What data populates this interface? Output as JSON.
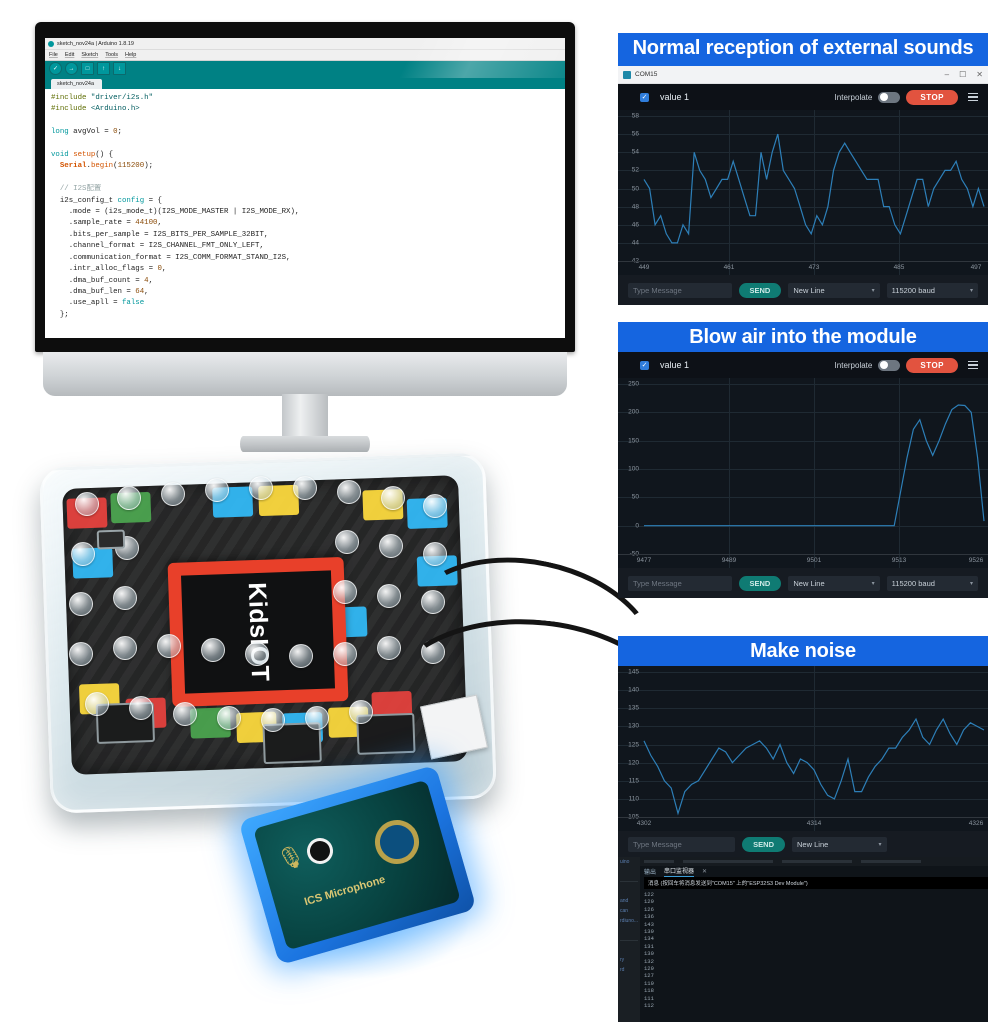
{
  "ide": {
    "window_title": "sketch_nov24a | Arduino 1.8.19",
    "menus": [
      "File",
      "Edit",
      "Sketch",
      "Tools",
      "Help"
    ],
    "toolbar_icons": [
      "verify-icon",
      "upload-icon",
      "new-icon",
      "open-icon",
      "save-icon"
    ],
    "tab_label": "sketch_nov24a",
    "code_lines": [
      "#include \"driver/i2s.h\"",
      "#include <Arduino.h>",
      "",
      "long avgVol = 0;",
      "",
      "void setup() {",
      "  Serial.begin(115200);",
      "",
      "  // I2S配置",
      "  i2s_config_t config = {",
      "    .mode = (i2s_mode_t)(I2S_MODE_MASTER | I2S_MODE_RX),",
      "    .sample_rate = 44100,",
      "    .bits_per_sample = I2S_BITS_PER_SAMPLE_32BIT,",
      "    .channel_format = I2S_CHANNEL_FMT_ONLY_LEFT,",
      "    .communication_format = I2S_COMM_FORMAT_STAND_I2S,",
      "    .intr_alloc_flags = 0,",
      "    .dma_buf_count = 4,",
      "    .dma_buf_len = 64,",
      "    .use_apll = false",
      "  };"
    ]
  },
  "hardware": {
    "kit_logo": "KidsIOT",
    "module_label": "ICS Microphone",
    "module_icon": "microphone-icon"
  },
  "panels": [
    {
      "title": "Normal reception of external sounds",
      "window_title": "COM15",
      "window_controls": [
        "minimize",
        "maximize",
        "close"
      ],
      "series_label": "value 1",
      "interpolate_label": "Interpolate",
      "stop_label": "STOP",
      "message_placeholder": "Type Message",
      "send_label": "SEND",
      "line_ending": "New Line",
      "baud": "115200 baud"
    },
    {
      "title": "Blow air into the module",
      "series_label": "value 1",
      "interpolate_label": "Interpolate",
      "stop_label": "STOP",
      "message_placeholder": "Type Message",
      "send_label": "SEND",
      "line_ending": "New Line",
      "baud": "115200 baud"
    },
    {
      "title": "Make noise",
      "series_label": "value 1",
      "message_placeholder": "Type Message",
      "send_label": "SEND",
      "line_ending": "New Line",
      "console": {
        "tabs": [
          "输出",
          "串口监视器"
        ],
        "active_tab": "串口监视器",
        "message": "消息 (按回车将消息发送到\"COM15\" 上的\"ESP32S3 Dev Module\")",
        "values": [
          122,
          129,
          126,
          136,
          143,
          139,
          134,
          131,
          130,
          132,
          129,
          127,
          119,
          118,
          111,
          112
        ],
        "sidebar_text": [
          "uino",
          "and",
          "can",
          "rdiuno...",
          "ry",
          "rd"
        ]
      }
    }
  ],
  "colors": {
    "title_blue": "#1565e0",
    "plot_bg": "#10161d",
    "line_blue": "#2d7fb8",
    "stop_red": "#e2533f",
    "send_teal": "#0f7b73",
    "logo_red": "#e8402a"
  },
  "chart_data": [
    {
      "type": "line",
      "title": "Normal reception of external sounds",
      "series": [
        {
          "name": "value 1",
          "values": [
            51,
            50,
            46,
            47,
            45,
            44,
            44,
            46,
            45,
            54,
            52,
            51,
            49,
            50,
            51,
            51,
            53,
            51,
            49,
            47,
            47,
            54,
            51,
            54,
            56,
            52,
            51,
            50,
            48,
            46,
            45,
            47,
            46,
            48,
            52,
            54,
            55,
            54,
            53,
            52,
            51,
            51,
            51,
            48,
            48,
            46,
            45,
            47,
            49,
            51,
            51,
            48,
            50,
            51,
            52,
            52,
            53,
            51,
            50,
            48,
            50,
            48
          ]
        }
      ],
      "x": [
        449,
        461,
        473,
        485,
        497
      ],
      "xlabel": "",
      "ylabel": "",
      "xlim": [
        449,
        497
      ],
      "ylim": [
        42,
        58
      ],
      "yticks": [
        42,
        44,
        46,
        48,
        50,
        52,
        54,
        56,
        58
      ],
      "xticks": [
        449,
        461,
        473,
        485,
        497
      ],
      "grid": true,
      "legend": "top-left"
    },
    {
      "type": "line",
      "title": "Blow air into the module",
      "series": [
        {
          "name": "value 1",
          "values": [
            0,
            0,
            0,
            0,
            0,
            0,
            0,
            0,
            0,
            0,
            0,
            0,
            0,
            0,
            0,
            0,
            0,
            0,
            0,
            0,
            0,
            0,
            0,
            0,
            0,
            0,
            0,
            0,
            0,
            0,
            0,
            0,
            0,
            0,
            0,
            0,
            0,
            0,
            0,
            0,
            60,
            120,
            170,
            187,
            150,
            124,
            150,
            180,
            205,
            213,
            212,
            200,
            120,
            8
          ]
        }
      ],
      "x": [
        9477,
        9489,
        9501,
        9513,
        9526
      ],
      "xlabel": "",
      "ylabel": "",
      "xlim": [
        9477,
        9526
      ],
      "ylim": [
        -50,
        250
      ],
      "yticks": [
        -50,
        0,
        50,
        100,
        150,
        200,
        250
      ],
      "xticks": [
        9477,
        9489,
        9501,
        9513,
        9526
      ],
      "grid": true,
      "legend": "top-left"
    },
    {
      "type": "line",
      "title": "Make noise",
      "series": [
        {
          "name": "value 1",
          "values": [
            126,
            122,
            119,
            115,
            113,
            106,
            112,
            114,
            115,
            118,
            121,
            124,
            123,
            120,
            122,
            124,
            125,
            126,
            124,
            121,
            125,
            120,
            117,
            121,
            120,
            118,
            114,
            111,
            110,
            115,
            121,
            112,
            112,
            116,
            119,
            121,
            124,
            124,
            127,
            129,
            132,
            127,
            125,
            129,
            132,
            128,
            125,
            129,
            131,
            130,
            129
          ]
        }
      ],
      "x": [
        4302,
        4314,
        4326
      ],
      "xlabel": "",
      "ylabel": "",
      "xlim": [
        4302,
        4332
      ],
      "ylim": [
        105,
        145
      ],
      "yticks": [
        105,
        110,
        115,
        120,
        125,
        130,
        135,
        140,
        145
      ],
      "xticks": [
        4302,
        4314,
        4326
      ],
      "grid": true,
      "legend": "top-left"
    }
  ]
}
